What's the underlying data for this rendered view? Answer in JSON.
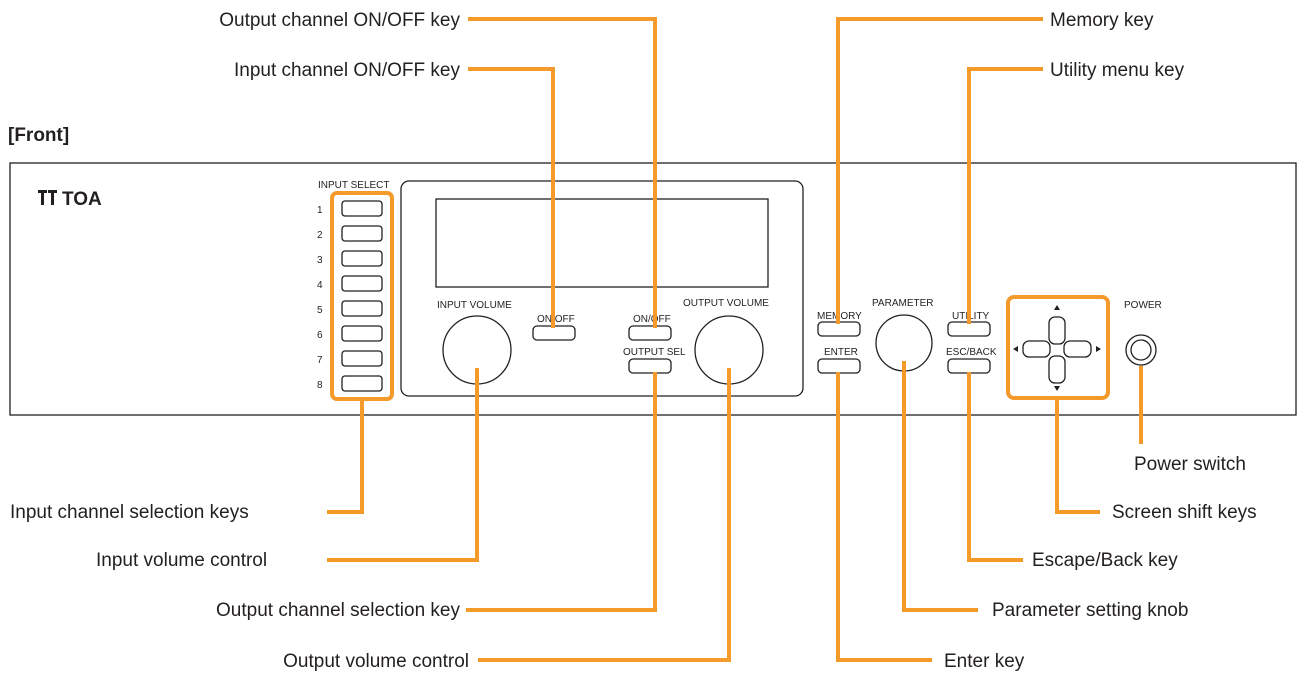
{
  "front_label": "[Front]",
  "brand": "TOA",
  "panel": {
    "input_select": "INPUT SELECT",
    "channels": [
      "1",
      "2",
      "3",
      "4",
      "5",
      "6",
      "7",
      "8"
    ],
    "input_volume": "INPUT VOLUME",
    "output_volume": "OUTPUT VOLUME",
    "on_off_input": "ON/OFF",
    "on_off_output": "ON/OFF",
    "output_sel": "OUTPUT SEL",
    "memory": "MEMORY",
    "enter": "ENTER",
    "parameter": "PARAMETER",
    "utility": "UTILITY",
    "esc_back": "ESC/BACK",
    "power": "POWER"
  },
  "callouts": {
    "output_channel_onoff": "Output channel ON/OFF key",
    "input_channel_onoff": "Input channel ON/OFF key",
    "memory_key": "Memory key",
    "utility_menu_key": "Utility menu key",
    "power_switch": "Power switch",
    "input_channel_selection": "Input channel selection keys",
    "screen_shift": "Screen shift keys",
    "input_volume_control": "Input volume control",
    "escape_back": "Escape/Back key",
    "output_channel_selection": "Output channel selection key",
    "parameter_knob": "Parameter setting knob",
    "output_volume_control": "Output volume control",
    "enter_key": "Enter key"
  },
  "colors": {
    "leader": "#f39a2b",
    "ink": "#231f20"
  }
}
